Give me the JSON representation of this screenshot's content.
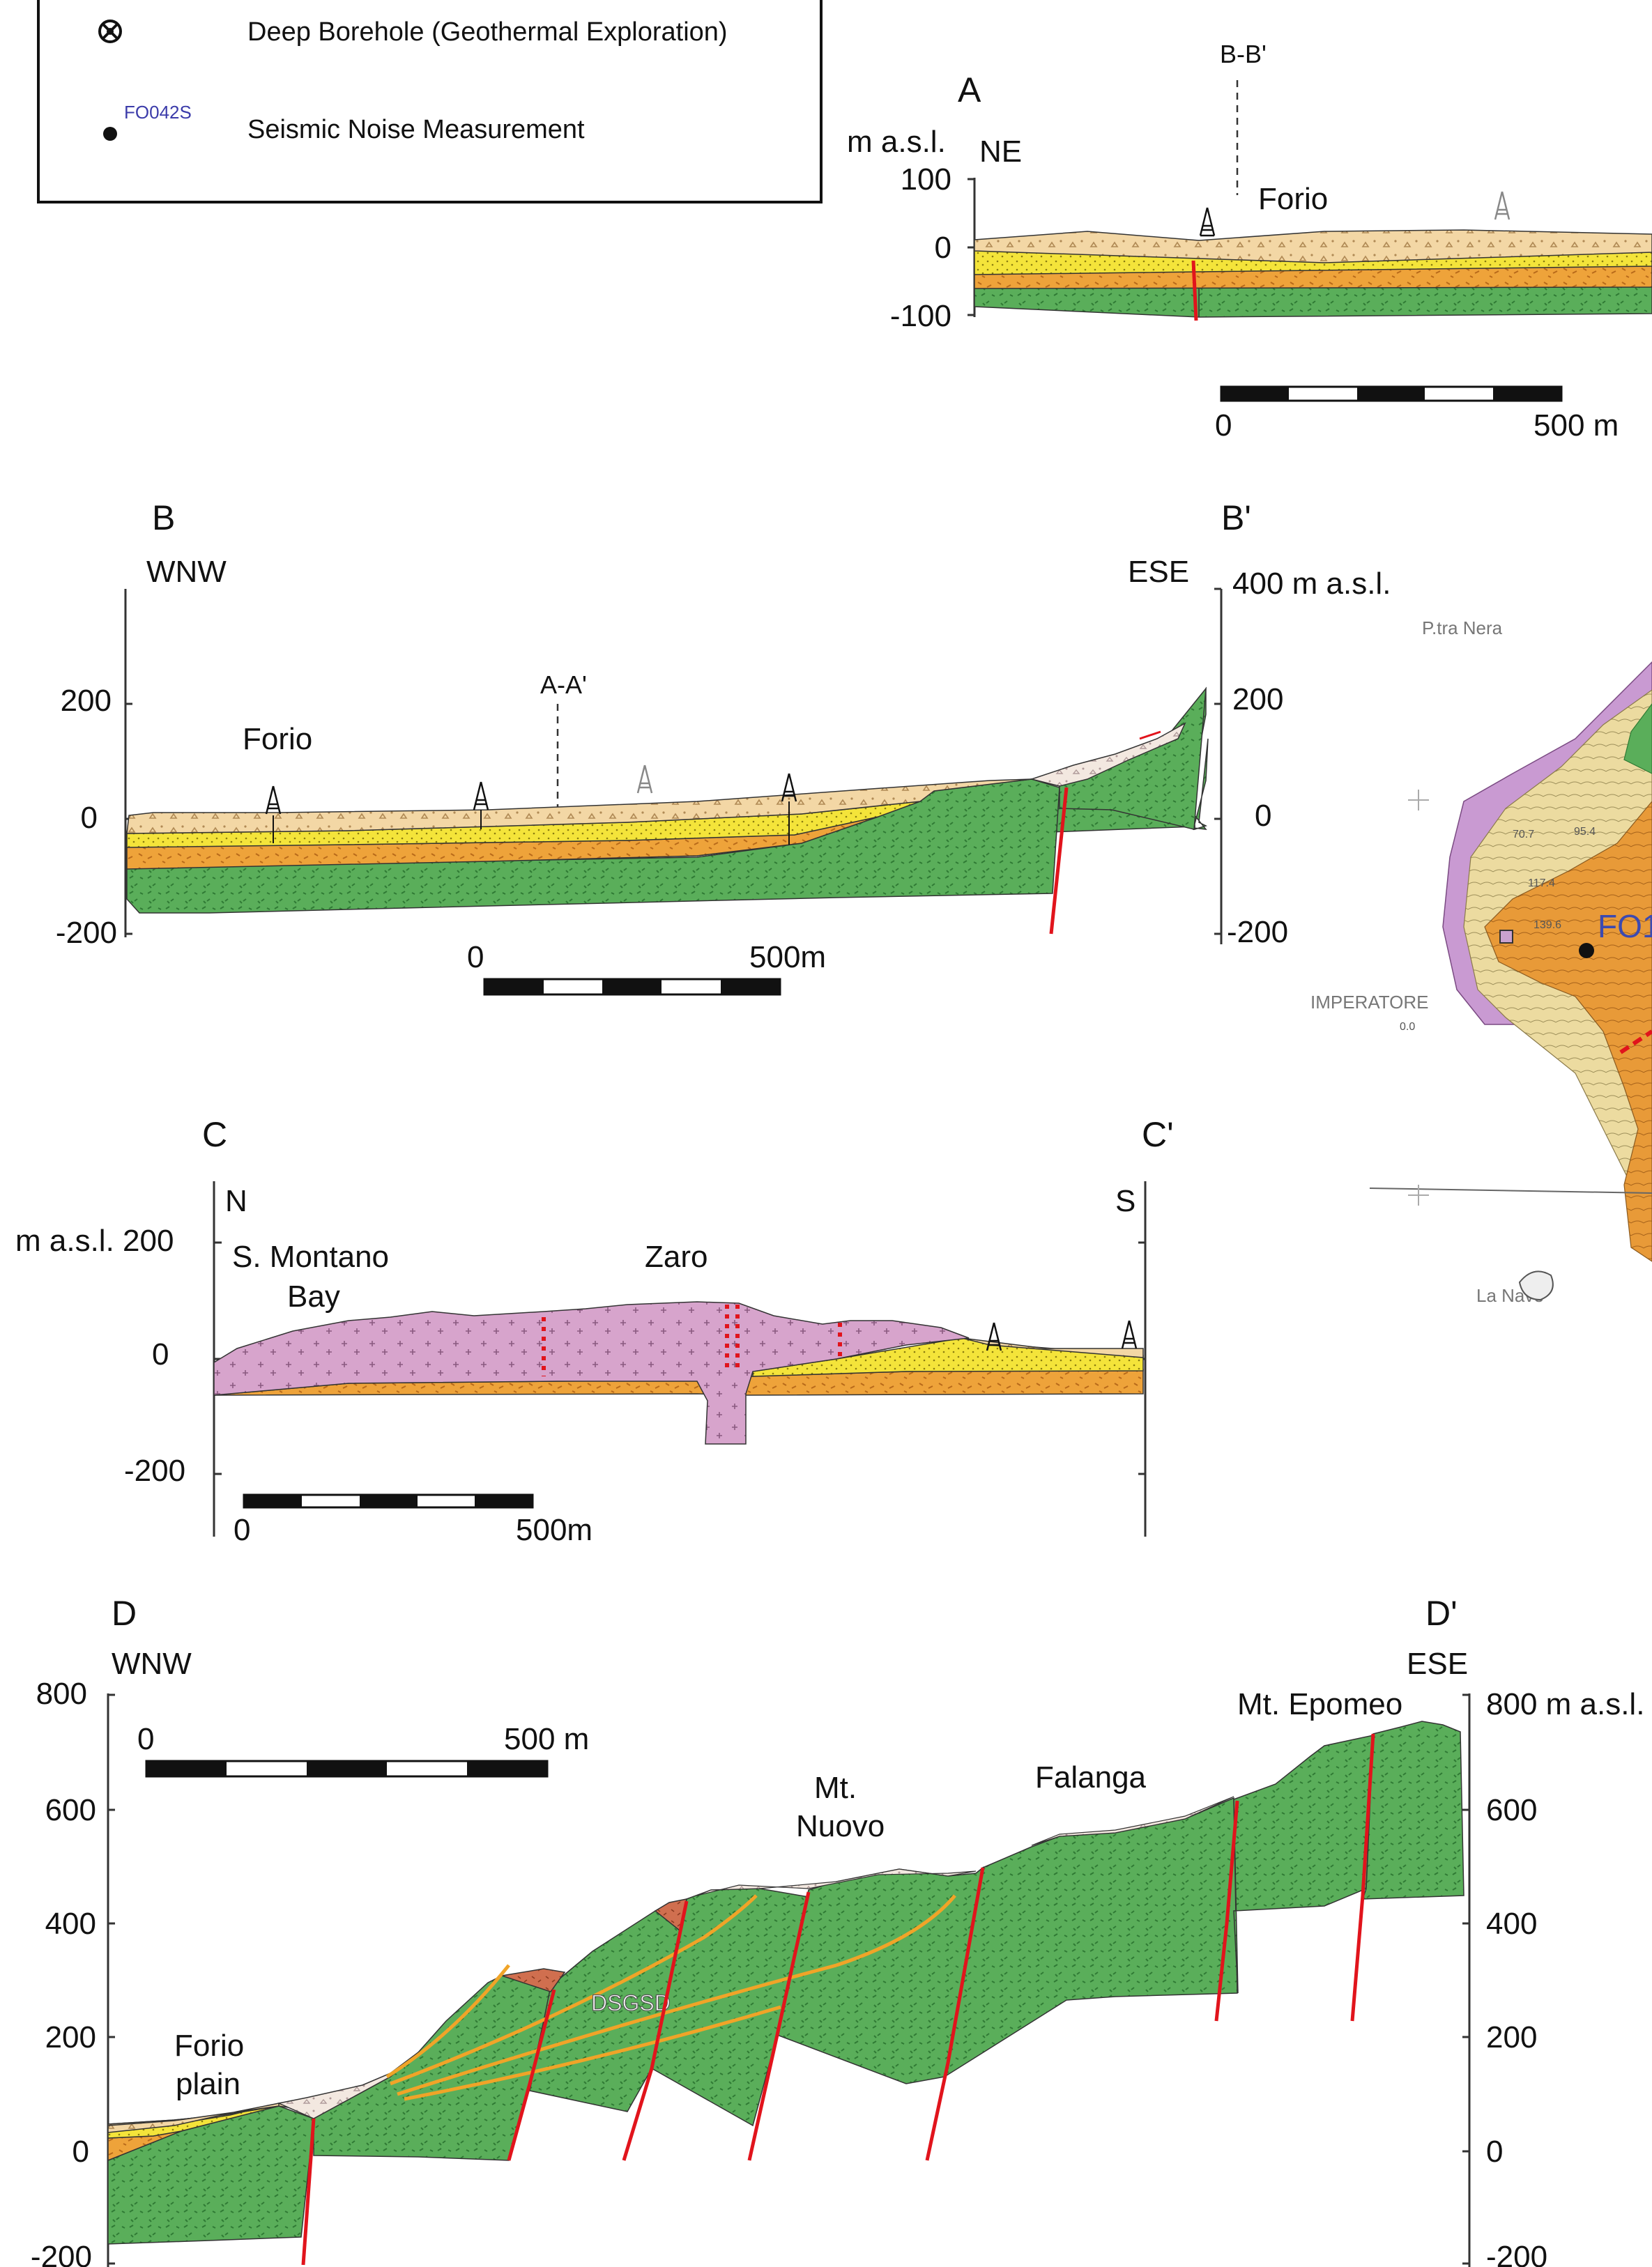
{
  "legend": {
    "items": [
      {
        "icon": "deep-borehole-icon",
        "label": "Deep Borehole (Geothermal Exploration)"
      },
      {
        "icon": "seismic-station-icon",
        "code": "FO042S",
        "label": "Seismic Noise Measurement"
      }
    ]
  },
  "colors": {
    "green_bedrock": "#5aae5a",
    "orange_unit": "#eea33a",
    "yellow_unit": "#f4e43a",
    "beige_unit": "#f3d7a5",
    "debris": "#f3e8e0",
    "lava_dome": "#d7a4cc",
    "rock_red": "#d06f4f",
    "fault": "#e1141c",
    "slip_surface": "#f0a428"
  },
  "sectionA": {
    "letter": "A",
    "unit": "m a.s.l.",
    "direction": "NE",
    "crosscut": "B-B'",
    "place": "Forio",
    "ticks": [
      "100",
      "0",
      "-100"
    ],
    "scale": {
      "start": "0",
      "end": "500 m"
    }
  },
  "sectionB": {
    "start": "B",
    "end": "B'",
    "dir_left": "WNW",
    "dir_right": "ESE",
    "crosscut": "A-A'",
    "place": "Forio",
    "ticks_left": [
      "200",
      "0",
      "-200"
    ],
    "ticks_right": [
      "400 m a.s.l.",
      "200",
      "0",
      "-200"
    ],
    "scale": {
      "start": "0",
      "end": "500m"
    }
  },
  "sectionC": {
    "start": "C",
    "end": "C'",
    "dir_left": "N",
    "dir_right": "S",
    "unit_label": "m a.s.l. 200",
    "places": [
      "S. Montano",
      "Bay",
      "Zaro"
    ],
    "ticks_left": [
      "0",
      "-200"
    ],
    "scale": {
      "start": "0",
      "end": "500m"
    }
  },
  "sectionD": {
    "start": "D",
    "end": "D'",
    "dir_left": "WNW",
    "dir_right": "ESE",
    "places": [
      "Mt. Epomeo",
      "Falanga",
      "Mt.",
      "Nuovo",
      "Forio",
      "plain"
    ],
    "feature": "DSGSD",
    "ticks_left": [
      "800",
      "600",
      "400",
      "200",
      "0",
      "-200"
    ],
    "ticks_right": [
      "800 m a.s.l.",
      "600",
      "400",
      "200",
      "0",
      "-200"
    ],
    "scale": {
      "start": "0",
      "end": "500 m"
    }
  },
  "map": {
    "labels": [
      "P.tra Nera",
      "IMPERATORE",
      "La Nave"
    ],
    "station": "FO1",
    "spot_heights": [
      "70.7",
      "95.4",
      "117.4",
      "139.6",
      "0.0"
    ]
  }
}
